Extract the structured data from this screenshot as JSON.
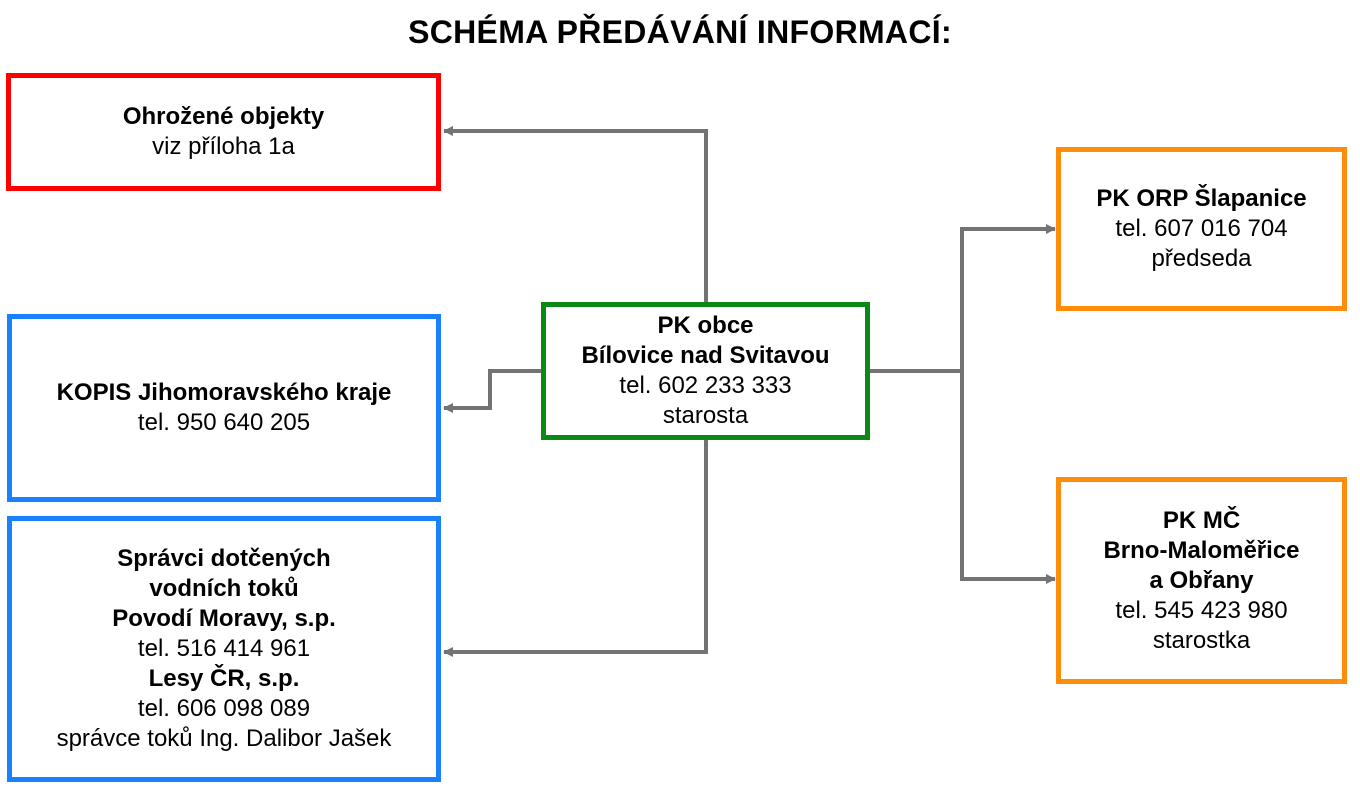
{
  "title": "SCHÉMA PŘEDÁVÁNÍ INFORMACÍ:",
  "colors": {
    "red": "#ff0000",
    "blue": "#1a82ff",
    "green": "#0a8a14",
    "orange": "#ff8c0a",
    "arrow": "#737373"
  },
  "center": {
    "line1": "PK obce",
    "line2": "Bílovice nad Svitavou",
    "phone": "tel. 602 233 333",
    "role": "starosta"
  },
  "ohrozene": {
    "name": "Ohrožené objekty",
    "note": "viz příloha 1a"
  },
  "kopis": {
    "name": "KOPIS Jihomoravského kraje",
    "phone": "tel. 950 640 205"
  },
  "spravci": {
    "line1": "Správci dotčených",
    "line2": "vodních toků",
    "org1": "Povodí Moravy, s.p.",
    "phone1": "tel. 516 414 961",
    "org2": "Lesy ČR, s.p.",
    "phone2": "tel. 606 098 089",
    "person": "správce toků Ing. Dalibor Jašek"
  },
  "orp": {
    "name": "PK ORP Šlapanice",
    "phone": "tel. 607 016 704",
    "role": "předseda"
  },
  "mc": {
    "line1": "PK MČ",
    "line2": "Brno-Maloměřice",
    "line3": "a Obřany",
    "phone": "tel. 545 423 980",
    "role": "starostka"
  }
}
